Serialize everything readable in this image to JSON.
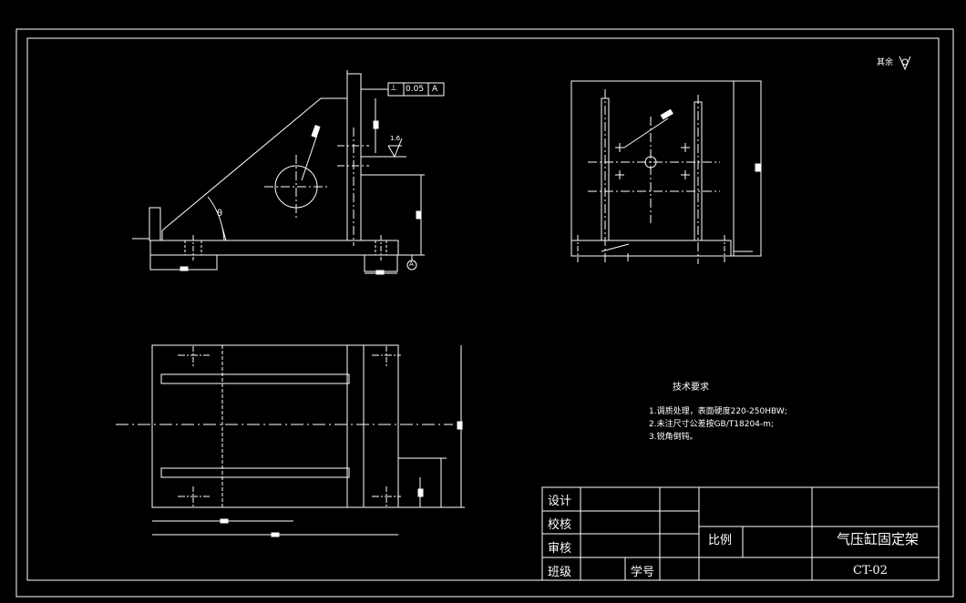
{
  "drawing": {
    "background": "#000000",
    "line_color": "#ffffff",
    "roughness_note": "其余",
    "roughness_icon": "roughness-symbol-icon",
    "tolerance": {
      "symbol": "⊥",
      "value": "0.05",
      "datum": "A"
    },
    "surface_finish_value": "1.6",
    "angle_label": "θ",
    "datum_label": "A"
  },
  "technical_requirements": {
    "heading": "技术要求",
    "items": [
      "1.调质处理，表面硬度220-250HBW;",
      "2.未注尺寸公差按GB/T18204-m;",
      "3.锐角倒钝。"
    ]
  },
  "title_block": {
    "design": "设计",
    "check": "校核",
    "review": "审核",
    "class": "班级",
    "student_id": "学号",
    "scale": "比例",
    "part_name": "气压缸固定架",
    "drawing_number": "CT-02"
  }
}
